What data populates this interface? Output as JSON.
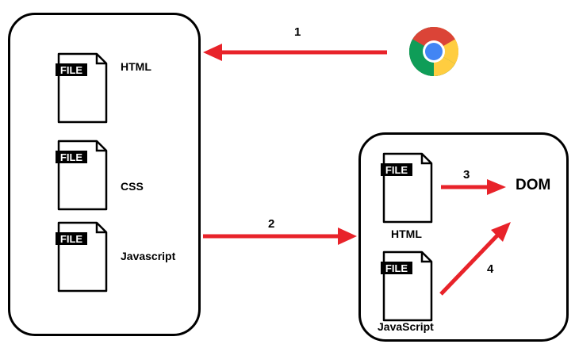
{
  "colors": {
    "arrow": "#e8232a",
    "border": "#000000"
  },
  "file_tag": "FILE",
  "left_panel": {
    "files": [
      {
        "label": "HTML",
        "icon": "file-icon"
      },
      {
        "label": "CSS",
        "icon": "file-icon"
      },
      {
        "label": "Javascript",
        "icon": "file-icon"
      }
    ]
  },
  "right_panel": {
    "files": [
      {
        "label": "HTML",
        "icon": "file-icon"
      },
      {
        "label": "JavaScript",
        "icon": "file-icon"
      }
    ],
    "target": "DOM"
  },
  "browser": {
    "icon": "chrome-icon"
  },
  "steps": [
    "1",
    "2",
    "3",
    "4"
  ]
}
